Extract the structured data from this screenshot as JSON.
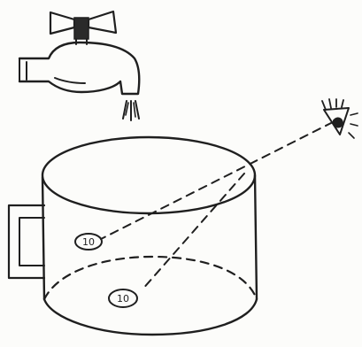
{
  "scene": {
    "objects": [
      "water-tap",
      "water-drops",
      "cylindrical-pot",
      "pot-handle",
      "eye"
    ],
    "coins": [
      {
        "id": "coin-inside-side",
        "label": "10"
      },
      {
        "id": "coin-on-bottom",
        "label": "10"
      }
    ],
    "ink_color": "#1f1f1f",
    "background": "#fcfcfa"
  }
}
